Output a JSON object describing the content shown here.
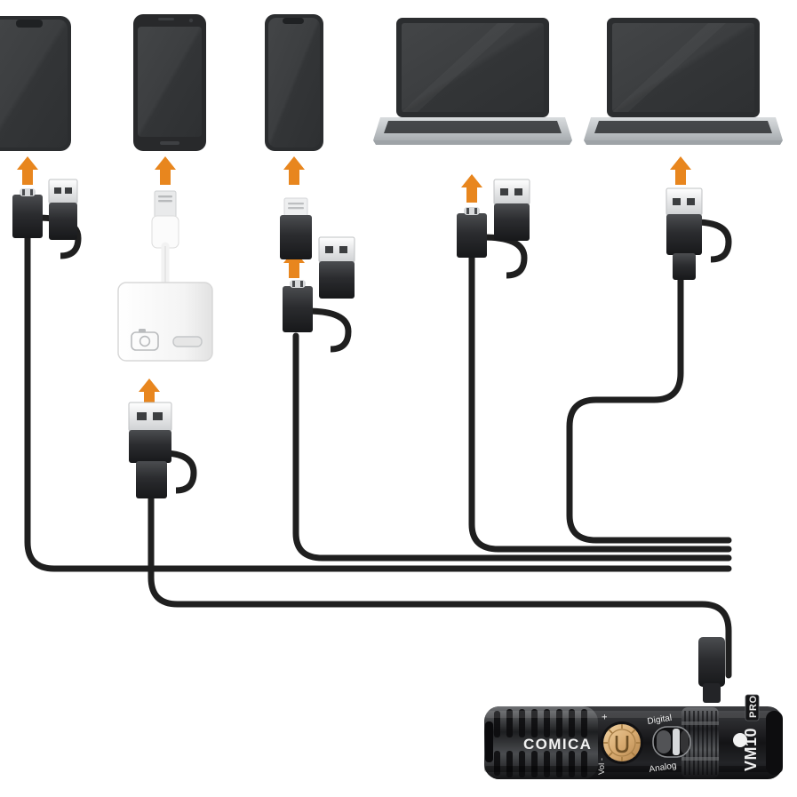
{
  "diagram": {
    "title": "COMICA VM10 PRO microphone device compatibility connection diagram",
    "arrow_color": "#E8861E",
    "cable_color": "#1f1f1f",
    "body_color": "#1b1b1d",
    "device_screen_color": "#3a3c3e",
    "laptop_body_color": "#c3c6c8",
    "adapter_color": "#f5f5f5"
  },
  "devices": [
    {
      "id": "phone-notch-left",
      "type": "smartphone",
      "variant": "notch",
      "label": "Smartphone with notch"
    },
    {
      "id": "phone-bezel",
      "type": "smartphone",
      "variant": "bezel",
      "label": "Smartphone with bezel"
    },
    {
      "id": "phone-notch-small",
      "type": "smartphone",
      "variant": "small-notch",
      "label": "Smartphone with small notch"
    },
    {
      "id": "laptop-left",
      "type": "laptop",
      "label": "Laptop computer"
    },
    {
      "id": "laptop-right",
      "type": "laptop",
      "label": "Laptop computer"
    }
  ],
  "connectors": [
    {
      "id": "conn-1",
      "kind": "usb-a-and-usb-c",
      "primary": "USB-C",
      "secondary": "USB-A",
      "target": "phone-notch-left"
    },
    {
      "id": "conn-lightning",
      "kind": "lightning-plug",
      "primary": "Lightning",
      "target": "phone-bezel"
    },
    {
      "id": "conn-2",
      "kind": "usb-a-and-usb-c",
      "primary": "USB-A",
      "secondary": "USB-C",
      "target": "lightning-camera-adapter"
    },
    {
      "id": "conn-lightning-adapter",
      "kind": "lightning-to-usbc-adapter",
      "primary": "Lightning",
      "target": "phone-notch-small"
    },
    {
      "id": "conn-3",
      "kind": "usb-a-and-usb-c",
      "primary": "USB-C",
      "secondary": "USB-A",
      "target": "conn-lightning-adapter"
    },
    {
      "id": "conn-4",
      "kind": "usb-a-and-usb-c",
      "primary": "USB-C",
      "secondary": "USB-A",
      "target": "laptop-left"
    },
    {
      "id": "conn-5",
      "kind": "usb-a-and-usb-c",
      "primary": "USB-A",
      "secondary": "USB-C",
      "target": "laptop-right"
    }
  ],
  "adapter": {
    "id": "lightning-camera-adapter",
    "label": "Lightning to USB camera adapter",
    "ports": [
      {
        "name": "camera-icon",
        "glyph": "camera"
      },
      {
        "name": "usb-port",
        "glyph": "usb"
      }
    ]
  },
  "microphone": {
    "brand": "COMICA",
    "model": "VM10",
    "model_suffix": "PRO",
    "volume_label_minus": "Vol -",
    "volume_label_plus": "+",
    "switch_top_label": "Digital",
    "switch_bottom_label": "Analog",
    "output": "USB-C",
    "indicator": "led-dot"
  },
  "arrows": [
    {
      "id": "arrow-1",
      "points_to": "phone-notch-left"
    },
    {
      "id": "arrow-2",
      "points_to": "phone-bezel"
    },
    {
      "id": "arrow-3",
      "points_to": "phone-notch-small"
    },
    {
      "id": "arrow-4",
      "points_to": "conn-lightning-adapter"
    },
    {
      "id": "arrow-5",
      "points_to": "lightning-camera-adapter"
    },
    {
      "id": "arrow-6",
      "points_to": "laptop-left"
    },
    {
      "id": "arrow-7",
      "points_to": "laptop-right"
    }
  ]
}
